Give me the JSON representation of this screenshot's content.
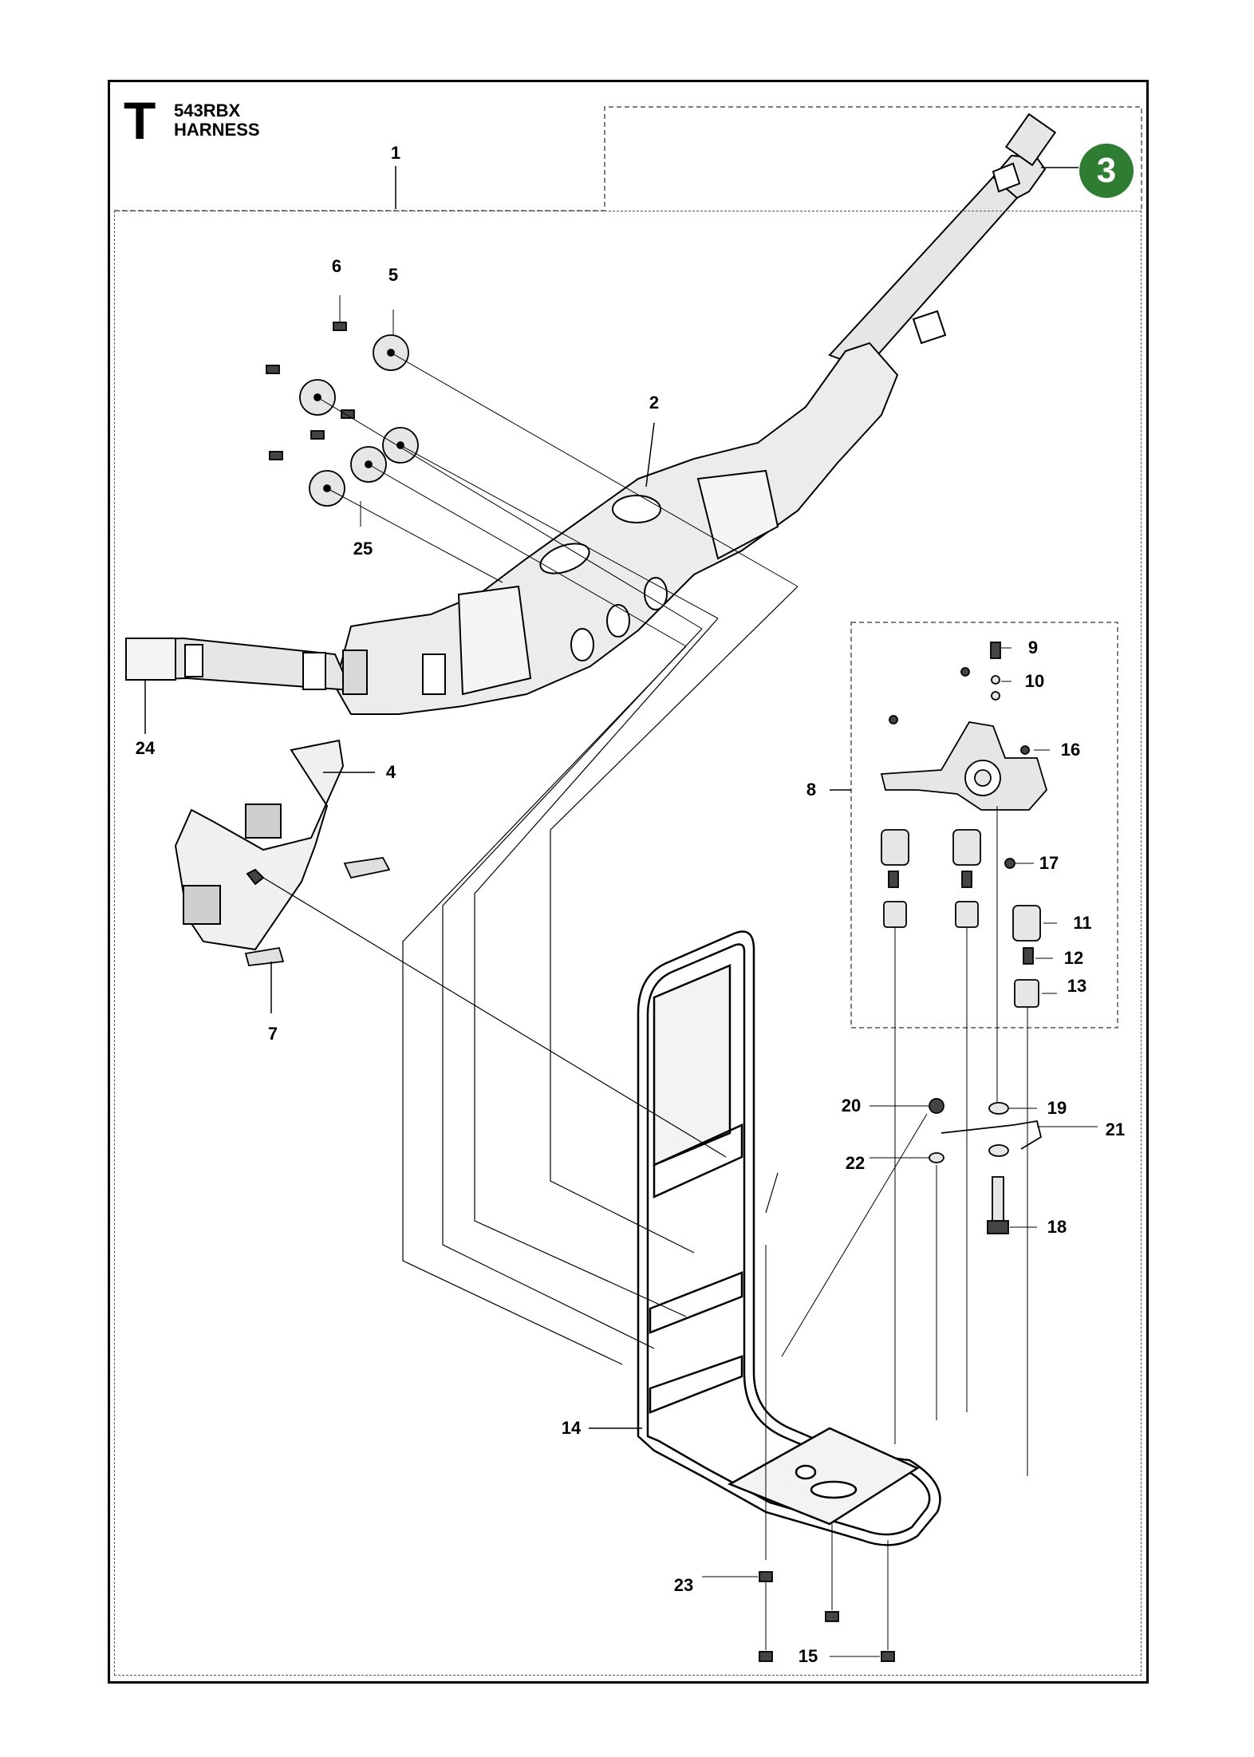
{
  "header": {
    "section_letter": "T",
    "model": "543RBX",
    "title": "HARNESS"
  },
  "badge": {
    "label": "3",
    "color": "#2f7d32"
  },
  "callouts": [
    "1",
    "2",
    "4",
    "5",
    "6",
    "7",
    "8",
    "9",
    "10",
    "11",
    "12",
    "13",
    "14",
    "15",
    "16",
    "17",
    "18",
    "19",
    "20",
    "21",
    "22",
    "23",
    "24",
    "25"
  ],
  "colors": {
    "line": "#000000",
    "part_fill": "#e6e6e6",
    "dark_fill": "#444444"
  }
}
